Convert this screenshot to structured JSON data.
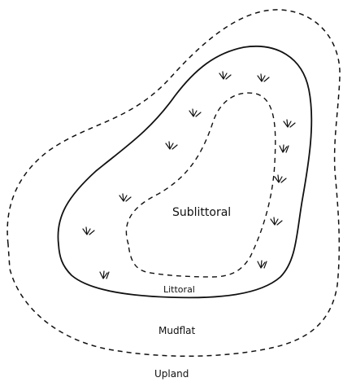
{
  "zones": [
    {
      "id": "sublittoral",
      "label": "Sublittoral",
      "boundary_style": "dashed"
    },
    {
      "id": "littoral",
      "label": "Littoral",
      "boundary_style": "solid"
    },
    {
      "id": "mudflat",
      "label": "Mudflat",
      "boundary_style": "dashed"
    },
    {
      "id": "upland",
      "label": "Upland",
      "boundary_style": "none"
    }
  ],
  "vegetation_symbol": "grass-tuft-icon",
  "colors": {
    "ink": "#111111",
    "background": "#ffffff"
  }
}
